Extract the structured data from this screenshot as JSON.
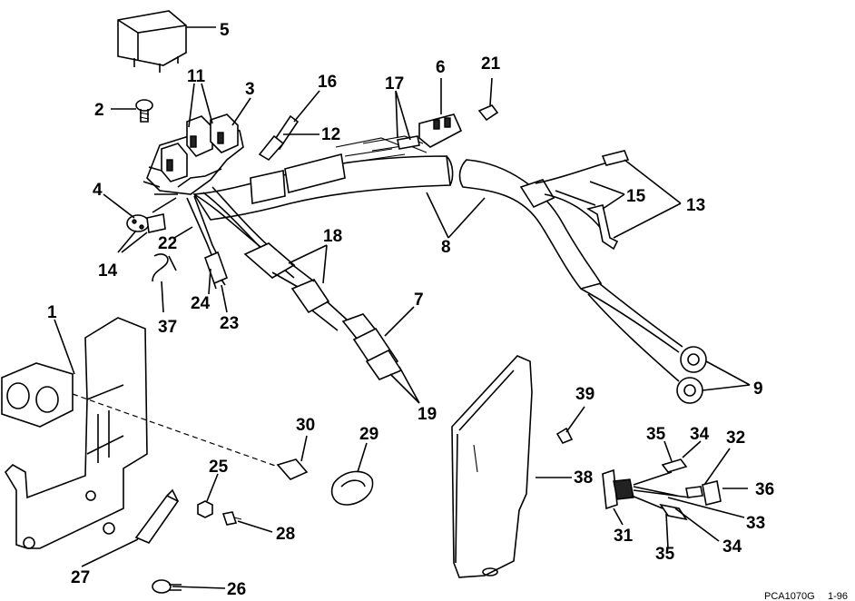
{
  "diagram": {
    "part_numbers": [
      "1",
      "2",
      "3",
      "4",
      "5",
      "6",
      "7",
      "8",
      "9",
      "11",
      "12",
      "13",
      "14",
      "15",
      "16",
      "17",
      "18",
      "19",
      "21",
      "22",
      "23",
      "24",
      "25",
      "26",
      "27",
      "28",
      "29",
      "30",
      "31",
      "32",
      "33",
      "34",
      "35",
      "36",
      "37",
      "38",
      "39"
    ],
    "labels": {
      "l1": "1",
      "l2": "2",
      "l3": "3",
      "l4": "4",
      "l5": "5",
      "l6": "6",
      "l7": "7",
      "l8": "8",
      "l9": "9",
      "l11": "11",
      "l12": "12",
      "l13": "13",
      "l14": "14",
      "l15": "15",
      "l16": "16",
      "l17": "17",
      "l18": "18",
      "l19": "19",
      "l21": "21",
      "l22": "22",
      "l23": "23",
      "l24": "24",
      "l25": "25",
      "l26": "26",
      "l27": "27",
      "l28": "28",
      "l29": "29",
      "l30": "30",
      "l31": "31",
      "l32": "32",
      "l33": "33",
      "l34a": "34",
      "l34b": "34",
      "l35a": "35",
      "l35b": "35",
      "l36": "36",
      "l37": "37",
      "l38": "38",
      "l39": "39"
    },
    "footer_code": "PCA1070G",
    "footer_date": "1-96"
  }
}
